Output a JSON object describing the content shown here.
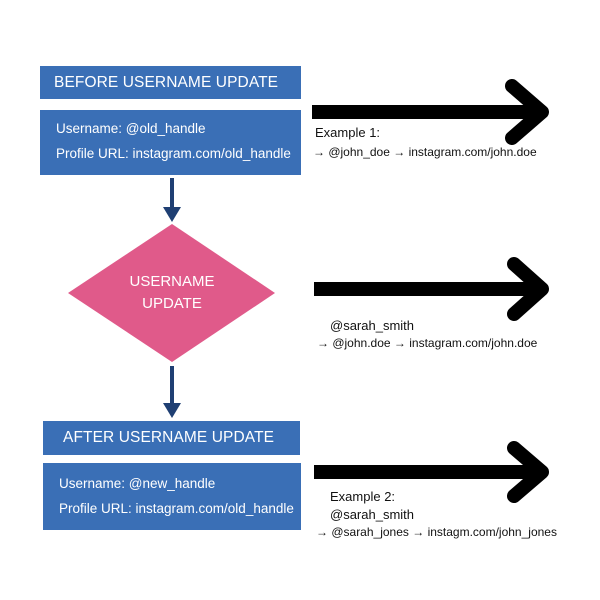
{
  "before_box": {
    "title": "BEFORE USERNAME UPDATE",
    "username_line": "Username: @old_handle",
    "url_line": "Profile URL: instagram.com/old_handle"
  },
  "update_diamond": {
    "line1": "USERNAME",
    "line2": "UPDATE"
  },
  "after_box": {
    "title": "AFTER USERNAME UPDATE",
    "username_line": "Username: @new_handle",
    "url_line": "Profile URL: instagram.com/old_handle"
  },
  "example_top": {
    "label": "Example 1:",
    "mapping": "→ @john_doe → instagram.com/john.doe"
  },
  "example_middle": {
    "handle": "@sarah_smith",
    "mapping": "→ @john.doe → instagram.com/john.doe"
  },
  "example_bottom": {
    "label": "Example 2:",
    "handle": "@sarah_smith",
    "mapping": "→ @sarah_jones → instagm.com/john_jones"
  },
  "colors": {
    "box_blue": "#3a6fb6",
    "diamond_pink": "#e05a8a",
    "connector_navy": "#1f3f73",
    "arrow_black": "#000000"
  }
}
